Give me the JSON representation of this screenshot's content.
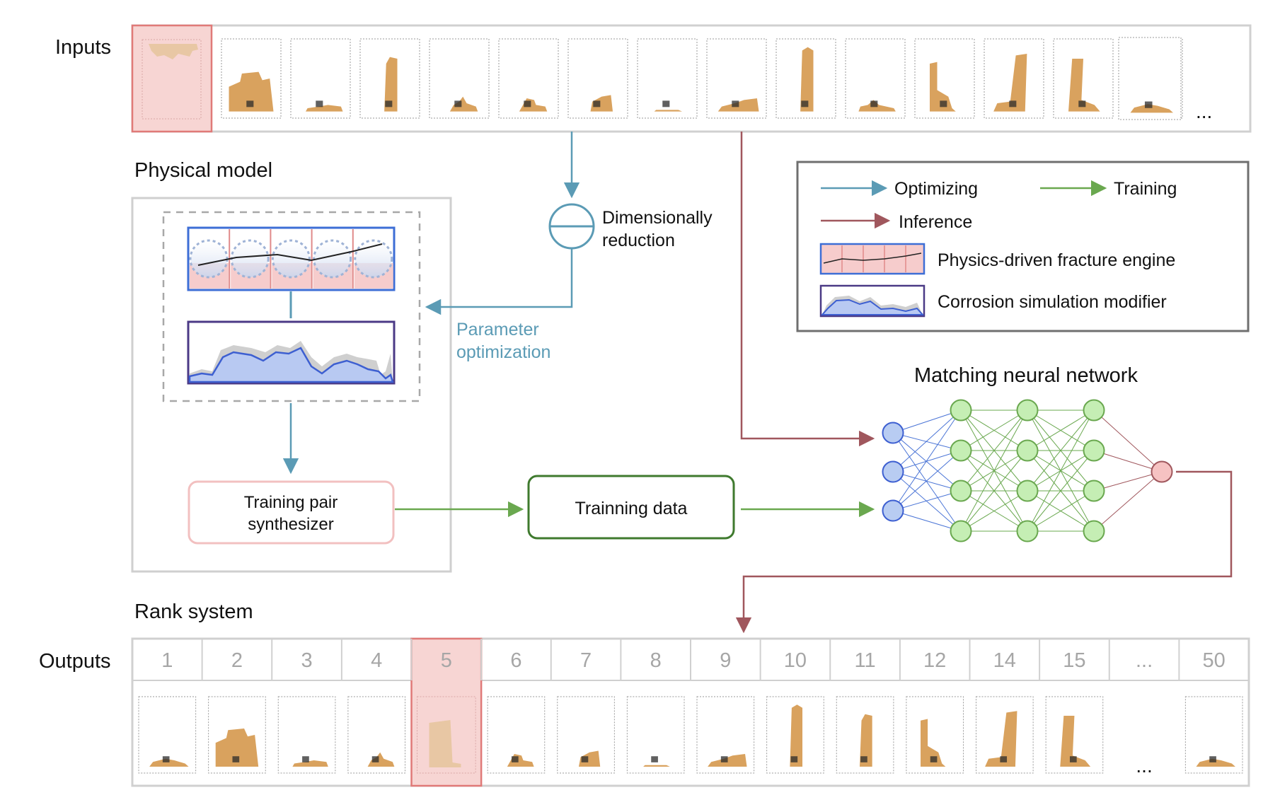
{
  "labels": {
    "inputs": "Inputs",
    "physical_model": "Physical model",
    "dim_reduction_line1": "Dimensionally",
    "dim_reduction_line2": "reduction",
    "param_opt_line1": "Parameter",
    "param_opt_line2": "optimization",
    "training_pair_line1": "Training pair",
    "training_pair_line2": "synthesizer",
    "training_data": "Trainning data",
    "matching_nn": "Matching neural network",
    "rank_system": "Rank system",
    "outputs": "Outputs",
    "inputs_ellipsis": "...",
    "outputs_ellipsis": "..."
  },
  "legend": {
    "optimizing": "Optimizing",
    "training": "Training",
    "inference": "Inference",
    "fracture_engine": "Physics-driven fracture engine",
    "corrosion_modifier": "Corrosion simulation modifier"
  },
  "colors": {
    "optimizing": "#5b9bb5",
    "training": "#6aa84f",
    "inference": "#a0575d",
    "highlight_fill": "#f7d5d3",
    "highlight_stroke": "#e07a78",
    "nn_input": "#b8ccf2",
    "nn_hidden": "#c5eeb4",
    "nn_output": "#f6c2c2",
    "fragment": "#d9a25e"
  },
  "rank_headers": [
    "1",
    "2",
    "3",
    "4",
    "5",
    "6",
    "7",
    "8",
    "9",
    "10",
    "11",
    "12",
    "14",
    "15",
    "...",
    "50"
  ],
  "highlighted_rank": "5",
  "input_fragments": [
    "fragment-1",
    "fragment-2",
    "fragment-3",
    "fragment-4",
    "fragment-5",
    "fragment-6",
    "fragment-7",
    "fragment-8",
    "fragment-9",
    "fragment-10",
    "fragment-11",
    "fragment-12",
    "fragment-13",
    "fragment-14",
    "fragment-15"
  ],
  "neural_network": {
    "layers": [
      3,
      4,
      4,
      4,
      1
    ]
  }
}
